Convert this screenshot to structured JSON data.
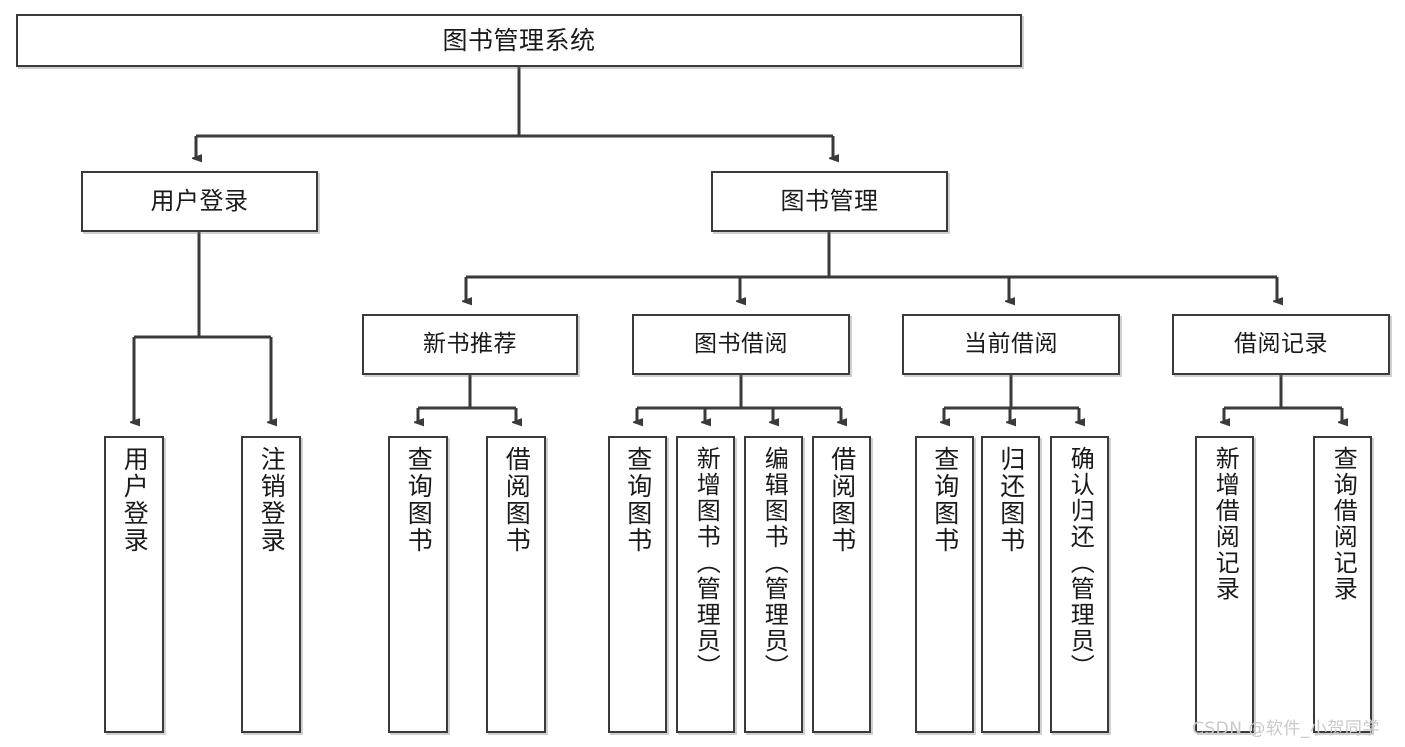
{
  "diagram": {
    "title": "图书管理系统",
    "root": {
      "id": "root",
      "label": "图书管理系统"
    },
    "level2": [
      {
        "id": "user-login",
        "label": "用户登录"
      },
      {
        "id": "book-manage",
        "label": "图书管理"
      }
    ],
    "level3": [
      {
        "id": "new-book-rec",
        "label": "新书推荐"
      },
      {
        "id": "book-borrow",
        "label": "图书借阅"
      },
      {
        "id": "current-borrow",
        "label": "当前借阅"
      },
      {
        "id": "borrow-record",
        "label": "借阅记录"
      }
    ],
    "leaves": [
      {
        "id": "leaf-user-login",
        "label": "用户登录",
        "parent": "user-login"
      },
      {
        "id": "leaf-user-logout",
        "label": "注销登录",
        "parent": "user-login"
      },
      {
        "id": "leaf-query-book-1",
        "label": "查询图书",
        "parent": "new-book-rec"
      },
      {
        "id": "leaf-borrow-book-1",
        "label": "借阅图书",
        "parent": "new-book-rec"
      },
      {
        "id": "leaf-query-book-2",
        "label": "查询图书",
        "parent": "book-borrow"
      },
      {
        "id": "leaf-add-book",
        "label": "新增图书（管理员）",
        "parent": "book-borrow"
      },
      {
        "id": "leaf-edit-book",
        "label": "编辑图书（管理员）",
        "parent": "book-borrow"
      },
      {
        "id": "leaf-borrow-book-2",
        "label": "借阅图书",
        "parent": "book-borrow"
      },
      {
        "id": "leaf-query-book-3",
        "label": "查询图书",
        "parent": "current-borrow"
      },
      {
        "id": "leaf-return-book",
        "label": "归还图书",
        "parent": "current-borrow"
      },
      {
        "id": "leaf-confirm-return",
        "label": "确认归还（管理员）",
        "parent": "current-borrow"
      },
      {
        "id": "leaf-add-record",
        "label": "新增借阅记录",
        "parent": "borrow-record"
      },
      {
        "id": "leaf-query-record",
        "label": "查询借阅记录",
        "parent": "borrow-record"
      }
    ],
    "colors": {
      "stroke": "#3a3a3a",
      "fill": "#ffffff",
      "text": "#1a1a1a",
      "watermark": "#c9c9c9"
    }
  },
  "watermark": {
    "text": "CSDN @软件_小贺同学"
  }
}
